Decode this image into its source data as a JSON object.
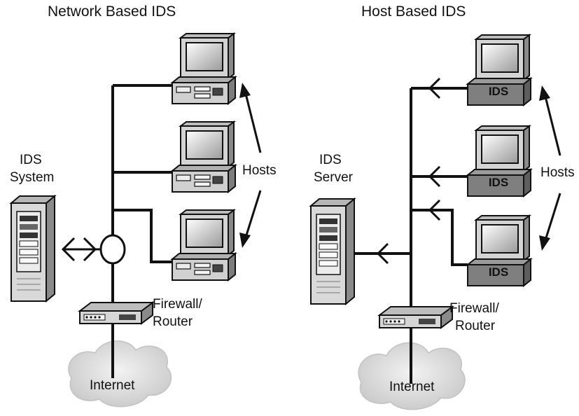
{
  "network_ids": {
    "title": "Network Based IDS",
    "ids_system_label": "IDS System",
    "ids_system_line1": "IDS",
    "ids_system_line2": "System",
    "hosts_label": "Hosts",
    "firewall_line1": "Firewall/",
    "firewall_line2": "Router",
    "internet_label": "Internet"
  },
  "host_ids": {
    "title": "Host Based IDS",
    "ids_server_line1": "IDS",
    "ids_server_line2": "Server",
    "hosts_label": "Hosts",
    "host_agent_label": "IDS",
    "firewall_line1": "Firewall/",
    "firewall_line2": "Router",
    "internet_label": "Internet"
  }
}
